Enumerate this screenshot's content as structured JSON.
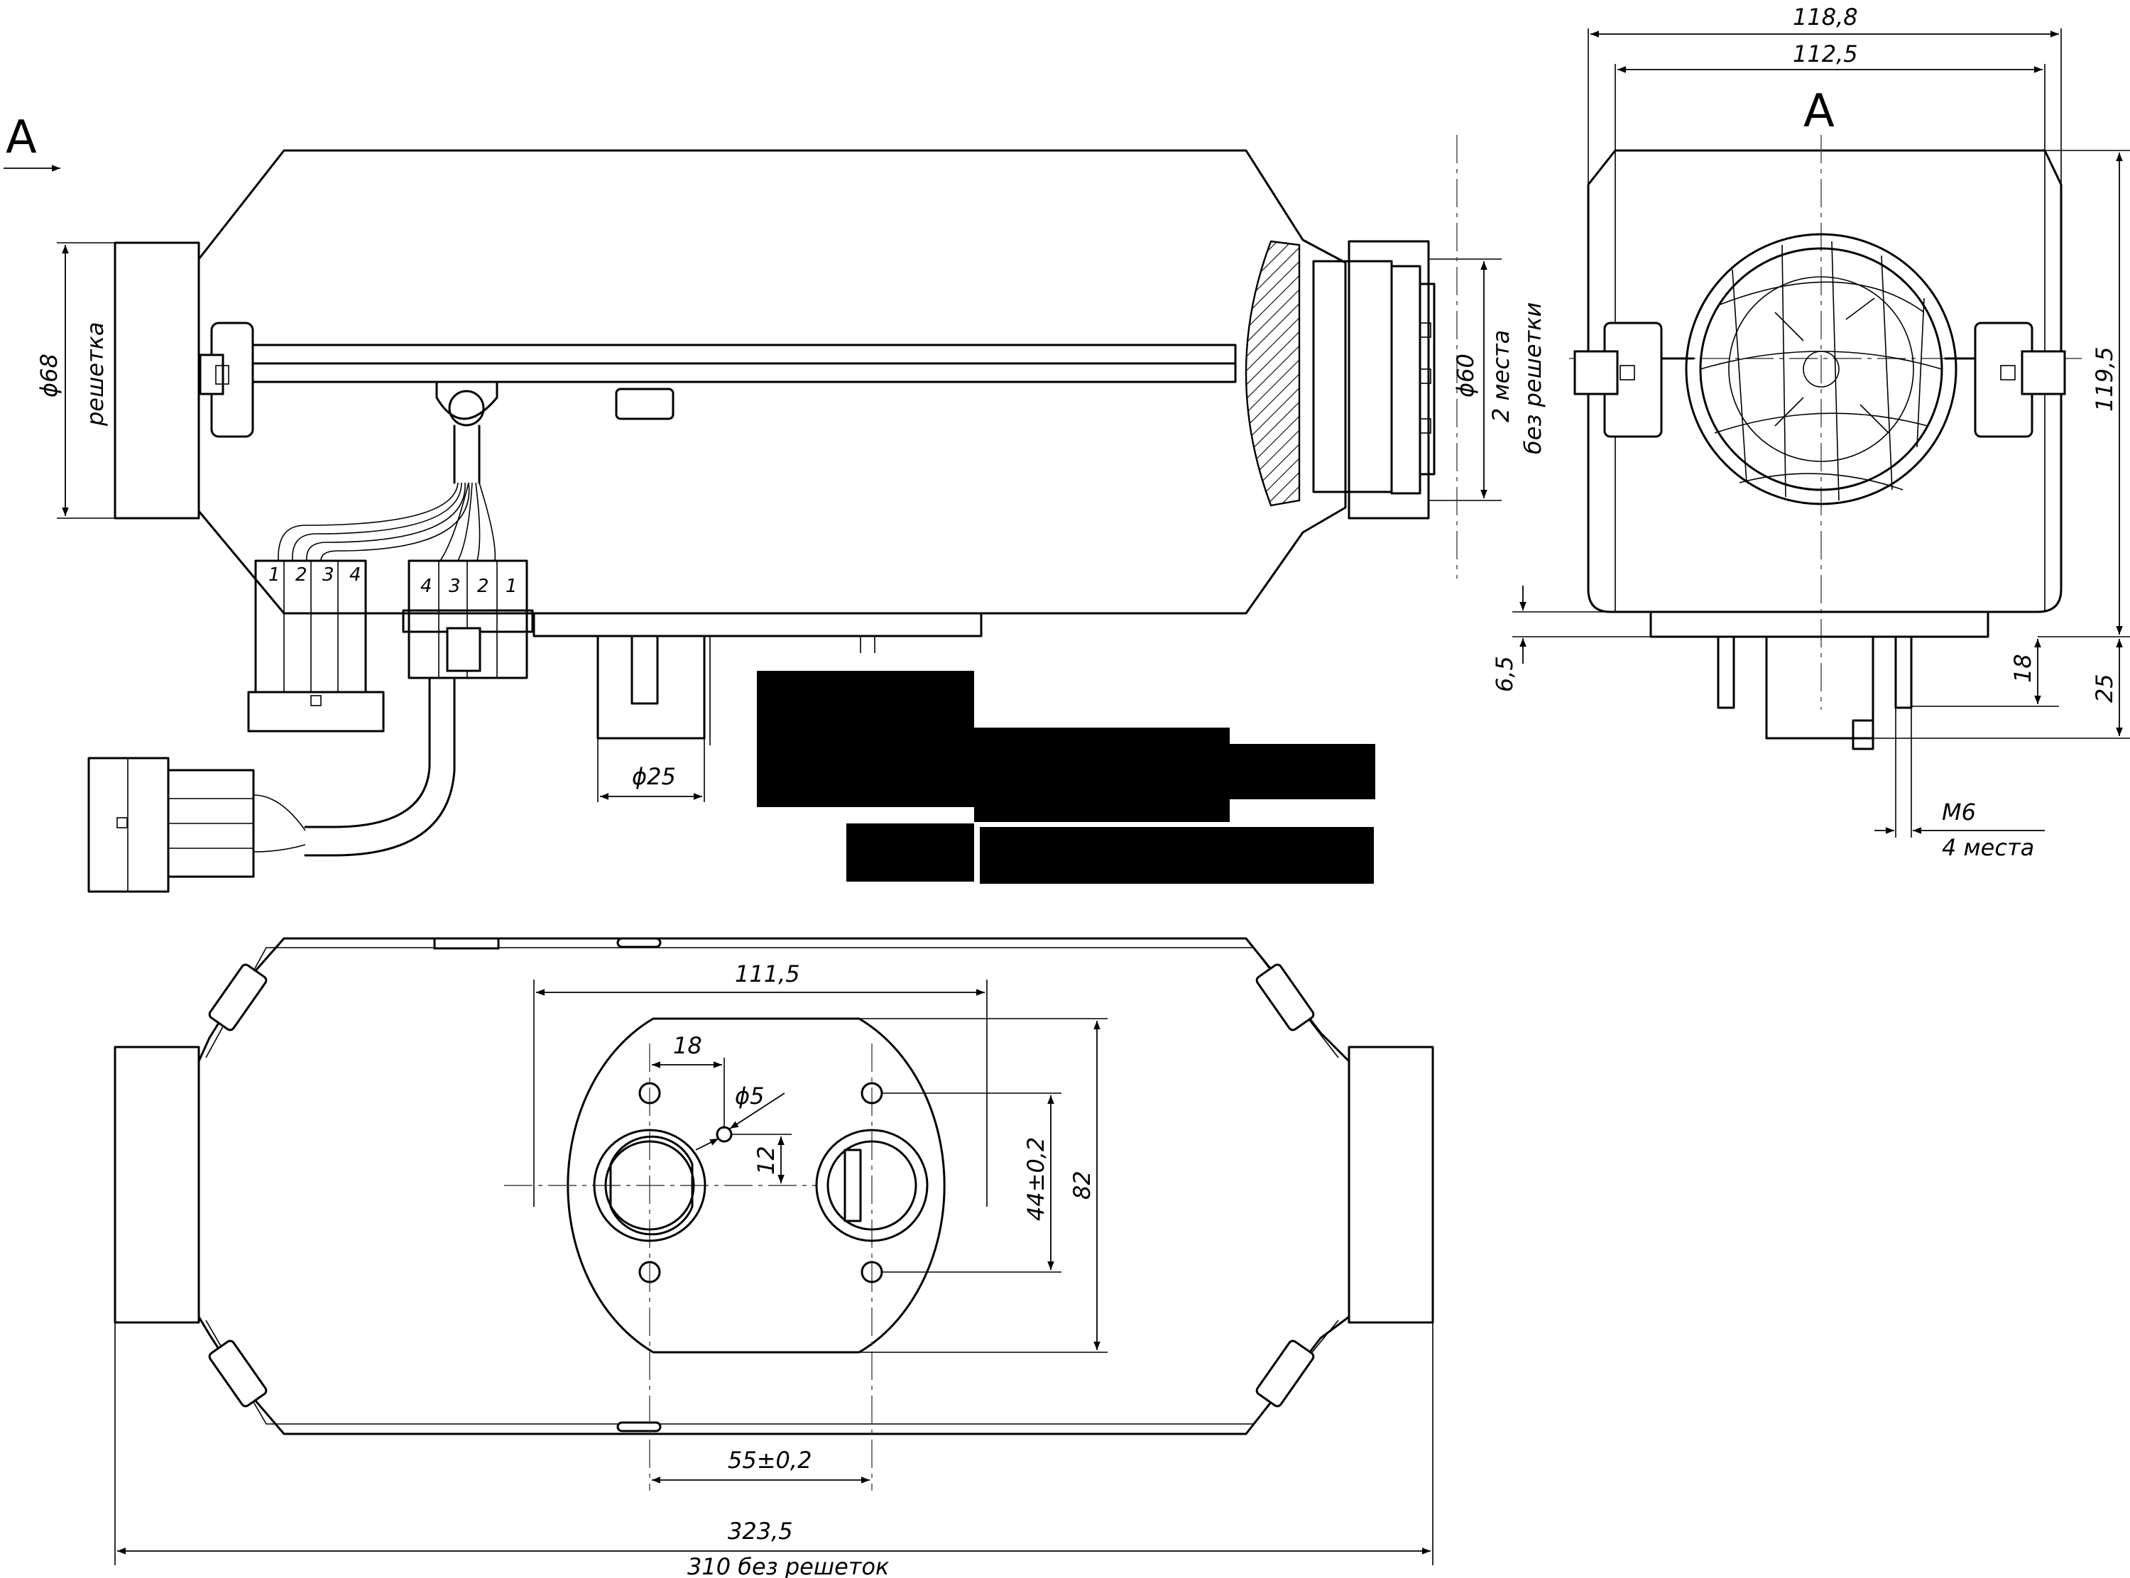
{
  "view_label": "A",
  "side_view": {
    "phi68": "ϕ68",
    "grille": "решетка",
    "phi25": "ϕ25",
    "phi60": "ϕ60",
    "two_places": "2 места",
    "no_grilles_v": "без решетки",
    "conn_left_pins": [
      "1",
      "2",
      "3",
      "4"
    ],
    "conn_right_pins": [
      "4",
      "3",
      "2",
      "1"
    ]
  },
  "end_view": {
    "title": "A",
    "w_outer": "118,8",
    "w_inner": "112,5",
    "h_total": "119,5",
    "d_6_5": "6,5",
    "d_18": "18",
    "d_25": "25",
    "thread": "M6",
    "thread_count": "4 места"
  },
  "bottom_view": {
    "d_111_5": "111,5",
    "d_18": "18",
    "d_phi5": "ϕ5",
    "d_12": "12",
    "d_44": "44±0,2",
    "d_82": "82",
    "d_55": "55±0,2",
    "d_323_5": "323,5",
    "d_310": "310 без решеток"
  }
}
